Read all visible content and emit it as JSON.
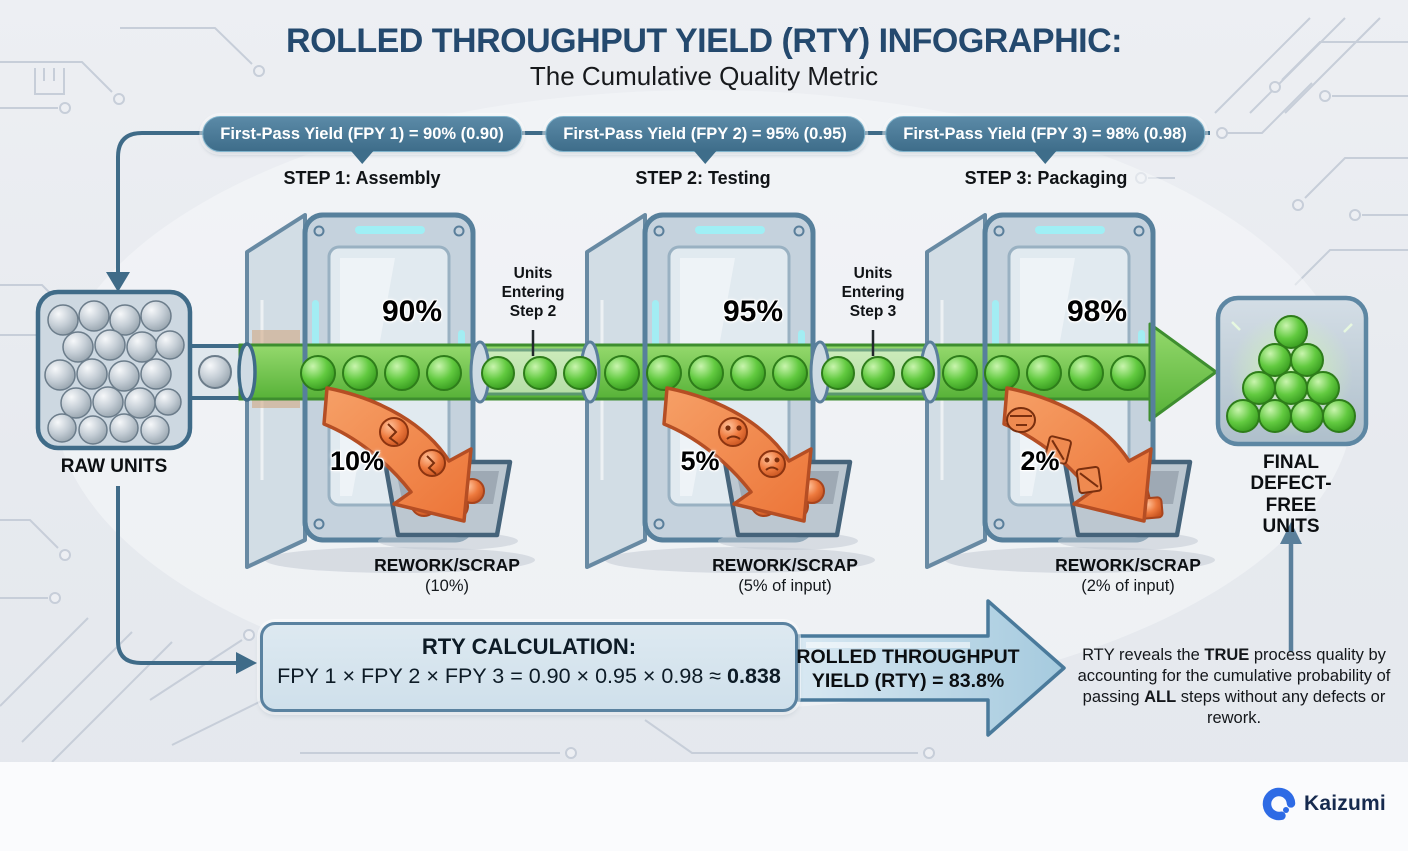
{
  "header": {
    "title": "ROLLED THROUGHPUT YIELD (RTY) INFOGRAPHIC:",
    "subtitle": "The Cumulative Quality Metric"
  },
  "badges": [
    {
      "label": "First-Pass Yield (FPY 1) = 90% (0.90)"
    },
    {
      "label": "First-Pass Yield (FPY 2) = 95% (0.95)"
    },
    {
      "label": "First-Pass Yield (FPY 3) = 98% (0.98)"
    }
  ],
  "steps": [
    {
      "name": "STEP 1: Assembly",
      "pass_rate": "90%",
      "fail_rate": "10%",
      "rework_title": "REWORK/SCRAP",
      "rework_detail": "(10%)"
    },
    {
      "name": "STEP 2: Testing",
      "pass_rate": "95%",
      "fail_rate": "5%",
      "rework_title": "REWORK/SCRAP",
      "rework_detail": "(5% of input)"
    },
    {
      "name": "STEP 3: Packaging",
      "pass_rate": "98%",
      "fail_rate": "2%",
      "rework_title": "REWORK/SCRAP",
      "rework_detail": "(2% of input)"
    }
  ],
  "flow": {
    "raw_units_label": "RAW UNITS",
    "final_units_label": "FINAL\nDEFECT-FREE\nUNITS",
    "units_entering_step2": "Units\nEntering\nStep 2",
    "units_entering_step3": "Units\nEntering\nStep 3"
  },
  "calculation": {
    "title": "RTY CALCULATION:",
    "formula": "FPY 1 × FPY 2 × FPY 3 = 0.90 × 0.95 × 0.98 ≈ ",
    "result": "0.838"
  },
  "result_arrow": {
    "line1": "ROLLED THROUGHPUT",
    "line2": "YIELD (RTY) = 83.8%"
  },
  "explanation": {
    "segments": [
      {
        "text": "RTY reveals the ",
        "bold": false
      },
      {
        "text": "TRUE",
        "bold": true
      },
      {
        "text": " process quality by accounting for the cumulative probability of passing ",
        "bold": false
      },
      {
        "text": "ALL",
        "bold": true
      },
      {
        "text": " steps without any defects or rework.",
        "bold": false
      }
    ]
  },
  "footer": {
    "brand": "Kaizumi"
  },
  "colors": {
    "background": "#e9ecf1",
    "title_navy": "#24496e",
    "badge_slate": "#3e6d8a",
    "connector_slate": "#3f6b88",
    "conveyor_green": "#5cb53e",
    "defect_orange": "#f08a4e",
    "glass_blue": "#c2d0dc",
    "brand_blue": "#2e6be5"
  }
}
